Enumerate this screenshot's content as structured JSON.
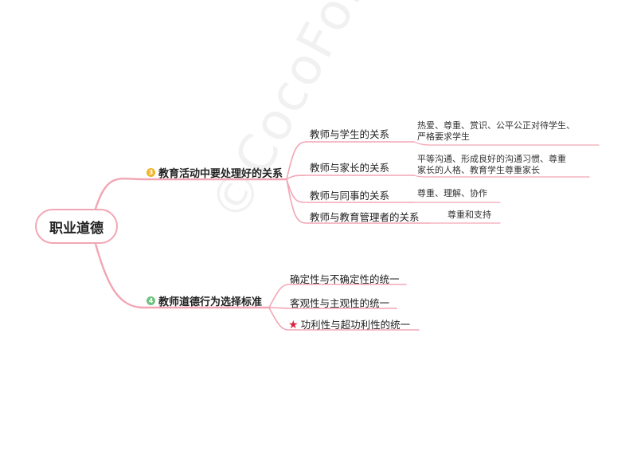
{
  "root": {
    "label": "职业道德"
  },
  "branches": [
    {
      "badge": "3",
      "badge_color": "#f0b429",
      "label": "教育活动中要处理好的关系",
      "children": [
        {
          "label": "教师与学生的关系",
          "leaf": [
            "热爱、尊重、赏识、公平公正对待学生、",
            "严格要求学生"
          ]
        },
        {
          "label": "教师与家长的关系",
          "leaf": [
            "平等沟通、形成良好的沟通习惯、尊重",
            "家长的人格、教育学生尊重家长"
          ]
        },
        {
          "label": "教师与同事的关系",
          "leaf": [
            "尊重、理解、协作"
          ]
        },
        {
          "label": "教师与教育管理者的关系",
          "leaf": [
            "尊重和支持"
          ]
        }
      ]
    },
    {
      "badge": "4",
      "badge_color": "#6cc27e",
      "label": "教师道德行为选择标准",
      "children": [
        {
          "label": "确定性与不确定性的统一",
          "star": false
        },
        {
          "label": "客观性与主观性的统一",
          "star": false
        },
        {
          "label": "功利性与超功利性的统一",
          "star": true
        }
      ]
    }
  ],
  "colors": {
    "line": "#f2a6b5",
    "star": "#d9213a"
  },
  "watermark": "©CocoFolders"
}
